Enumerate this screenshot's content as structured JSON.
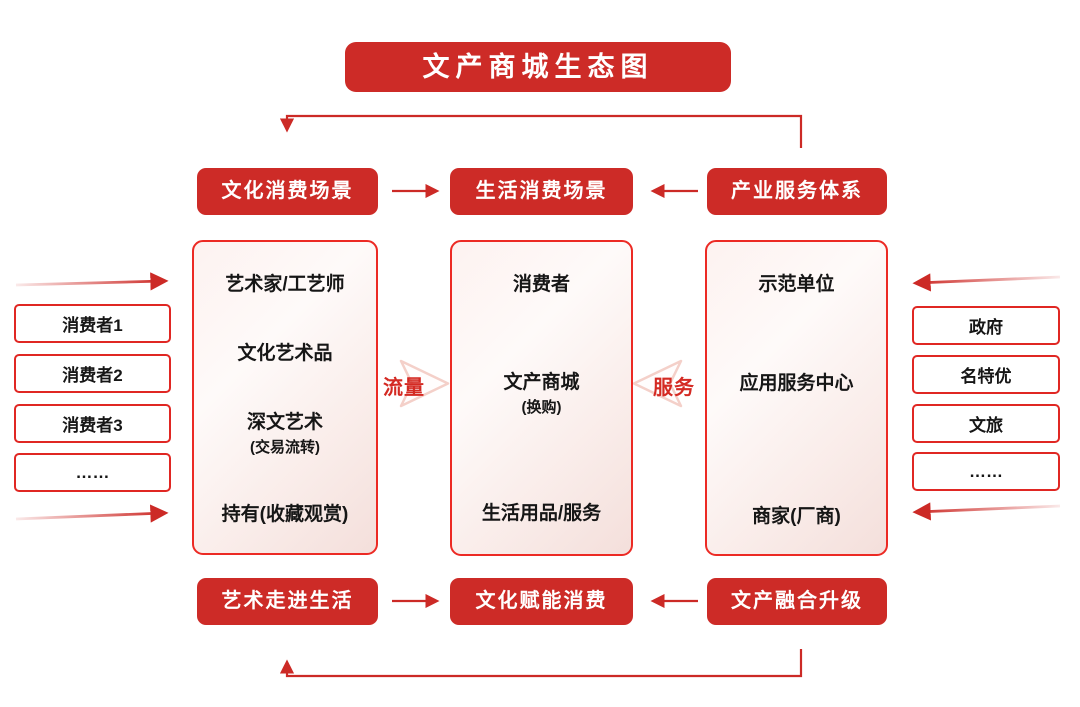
{
  "title": "文产商城生态图",
  "top_row": {
    "left": "文化消费场景",
    "center": "生活消费场景",
    "right": "产业服务体系"
  },
  "bottom_row": {
    "left": "艺术走进生活",
    "center": "文化赋能消费",
    "right": "文产融合升级"
  },
  "flow_labels": {
    "left": "流量",
    "right": "服务"
  },
  "columns": {
    "left": {
      "node1": "艺术家/工艺师",
      "node2": "文化艺术品",
      "node3": "深文艺术",
      "node3_sub": "(交易流转)",
      "node4": "持有(收藏观赏)"
    },
    "center": {
      "node1": "消费者",
      "node2": "文产商城",
      "node2_sub": "(换购)",
      "node3": "生活用品/服务"
    },
    "right": {
      "node1": "示范单位",
      "node2": "应用服务中心",
      "node3": "商家(厂商)"
    }
  },
  "left_panel": {
    "items": [
      "消费者1",
      "消费者2",
      "消费者3",
      "……"
    ]
  },
  "right_panel": {
    "items": [
      "政府",
      "名特优",
      "文旅",
      "……"
    ]
  },
  "colors": {
    "primary_red": "#cd2b27",
    "border_red": "#ec2a24",
    "arrow_red": "#d2322b",
    "chevron_pink": "#f4d0c9",
    "text_black": "#161616"
  }
}
